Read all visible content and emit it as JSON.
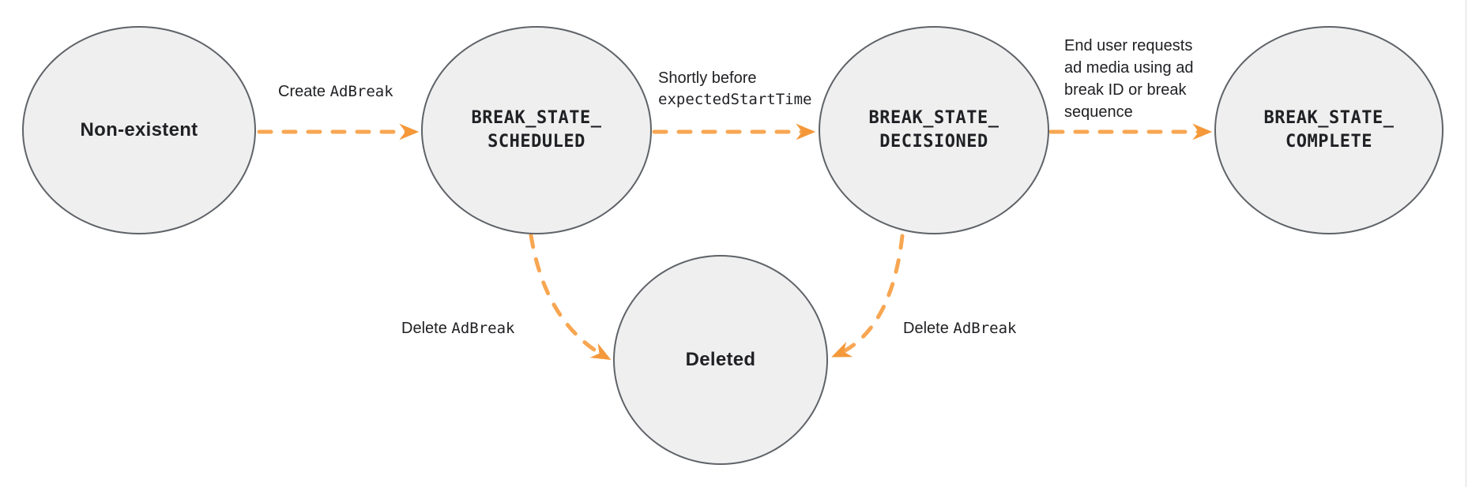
{
  "states": [
    {
      "name": "Non-existent",
      "lines": [
        "Non-existent"
      ]
    },
    {
      "name": "BREAK_STATE_SCHEDULED",
      "lines": [
        "BREAK_STATE_",
        "SCHEDULED"
      ]
    },
    {
      "name": "BREAK_STATE_DECISIONED",
      "lines": [
        "BREAK_STATE_",
        "DECISIONED"
      ]
    },
    {
      "name": "BREAK_STATE_COMPLETE",
      "lines": [
        "BREAK_STATE_",
        "COMPLETE"
      ]
    },
    {
      "name": "Deleted",
      "lines": [
        "Deleted"
      ]
    }
  ],
  "transitions": [
    {
      "from": "Non-existent",
      "to": "BREAK_STATE_SCHEDULED",
      "label_sans": "Create ",
      "label_mono": "AdBreak"
    },
    {
      "from": "BREAK_STATE_SCHEDULED",
      "to": "BREAK_STATE_DECISIONED",
      "label_line1_sans": "Shortly before",
      "label_line2_mono": "expectedStartTime"
    },
    {
      "from": "BREAK_STATE_DECISIONED",
      "to": "BREAK_STATE_COMPLETE",
      "label_lines": [
        "End user requests",
        "ad media using ad",
        "break ID or break",
        "sequence"
      ]
    },
    {
      "from": "BREAK_STATE_SCHEDULED",
      "to": "Deleted",
      "label_sans": "Delete ",
      "label_mono": "AdBreak"
    },
    {
      "from": "BREAK_STATE_DECISIONED",
      "to": "Deleted",
      "label_sans": "Delete ",
      "label_mono": "AdBreak"
    }
  ],
  "colors": {
    "background": "#FFFFFF",
    "node_fill": "#EFEFEF",
    "node_border": "#5F6368",
    "text": "#202124",
    "edge": "#F8A652",
    "edge_head": "#F4983A",
    "divider": "#DADCE0"
  }
}
